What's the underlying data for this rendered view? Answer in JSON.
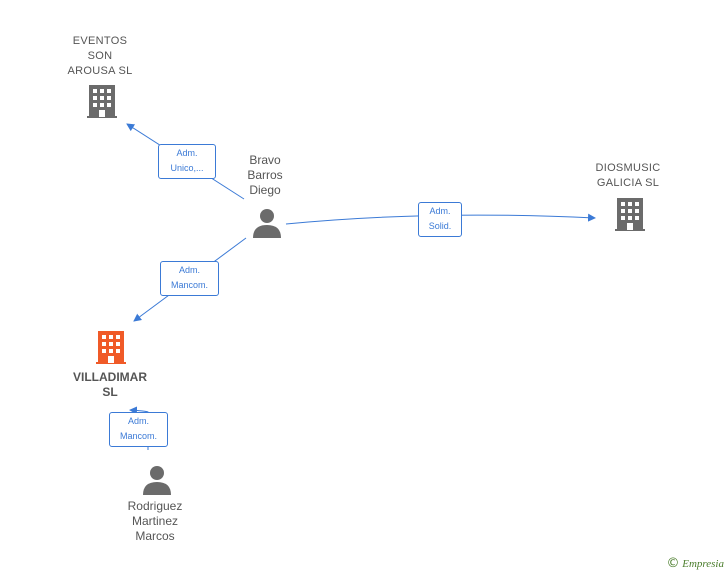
{
  "nodes": {
    "eventos": {
      "label": "EVENTOS\nSON\nAROUSA  SL",
      "icon": "building-icon",
      "color": "#6b6b6b"
    },
    "bravo": {
      "label": "Bravo\nBarros\nDiego",
      "icon": "person-icon",
      "color": "#6b6b6b"
    },
    "diosmusic": {
      "label": "DIOSMUSIC\nGALICIA  SL",
      "icon": "building-icon",
      "color": "#6b6b6b"
    },
    "villadimar": {
      "label": "VILLADIMAR\nSL",
      "icon": "building-icon",
      "color": "#f05a28"
    },
    "rodriguez": {
      "label": "Rodriguez\nMartinez\nMarcos",
      "icon": "person-icon",
      "color": "#6b6b6b"
    }
  },
  "edges": {
    "bravo_eventos": "Adm.\nUnico,...",
    "bravo_diosmusic": "Adm.\nSolid.",
    "bravo_villadimar": "Adm.\nMancom.",
    "rodriguez_villadimar": "Adm.\nMancom."
  },
  "colors": {
    "edge": "#3b7ad6"
  },
  "footer": {
    "copyright": "©",
    "brand": "Empresia"
  }
}
